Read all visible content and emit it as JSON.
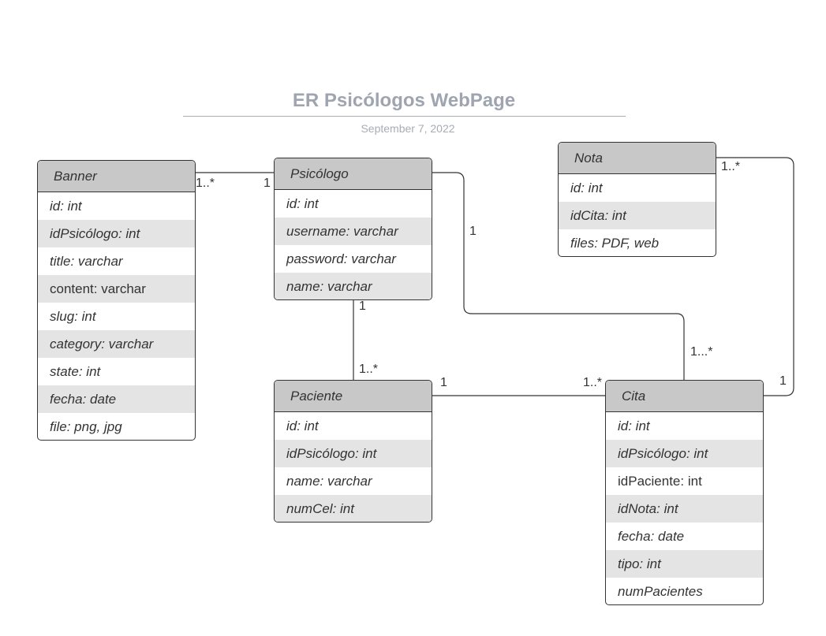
{
  "header": {
    "title": "ER Psicólogos WebPage",
    "date": "September 7, 2022"
  },
  "entities": {
    "banner": {
      "name": "Banner",
      "fields": [
        "id: int",
        "idPsicólogo: int",
        "title: varchar",
        "content: varchar",
        "slug: int",
        "category: varchar",
        "state: int",
        "fecha: date",
        "file: png, jpg"
      ]
    },
    "psicologo": {
      "name": "Psicólogo",
      "fields": [
        "id: int",
        "username: varchar",
        "password: varchar",
        "name: varchar"
      ]
    },
    "nota": {
      "name": "Nota",
      "fields": [
        "id: int",
        "idCita: int",
        "files: PDF, web"
      ]
    },
    "paciente": {
      "name": "Paciente",
      "fields": [
        "id: int",
        "idPsicólogo: int",
        "name: varchar",
        "numCel: int"
      ]
    },
    "cita": {
      "name": "Cita",
      "fields": [
        "id: int",
        "idPsicólogo: int",
        "idPaciente: int",
        "idNota: int",
        "fecha: date",
        "tipo: int",
        "numPacientes"
      ]
    }
  },
  "multiplicities": {
    "banner_psicologo_banner": "1..*",
    "banner_psicologo_psicologo": "1",
    "psicologo_cita_psicologo": "1",
    "psicologo_cita_cita": "1...*",
    "psicologo_paciente_psicologo": "1",
    "psicologo_paciente_paciente": "1..*",
    "paciente_cita_paciente": "1",
    "paciente_cita_cita": "1..*",
    "nota_cita_nota": "1..*",
    "nota_cita_cita": "1"
  }
}
